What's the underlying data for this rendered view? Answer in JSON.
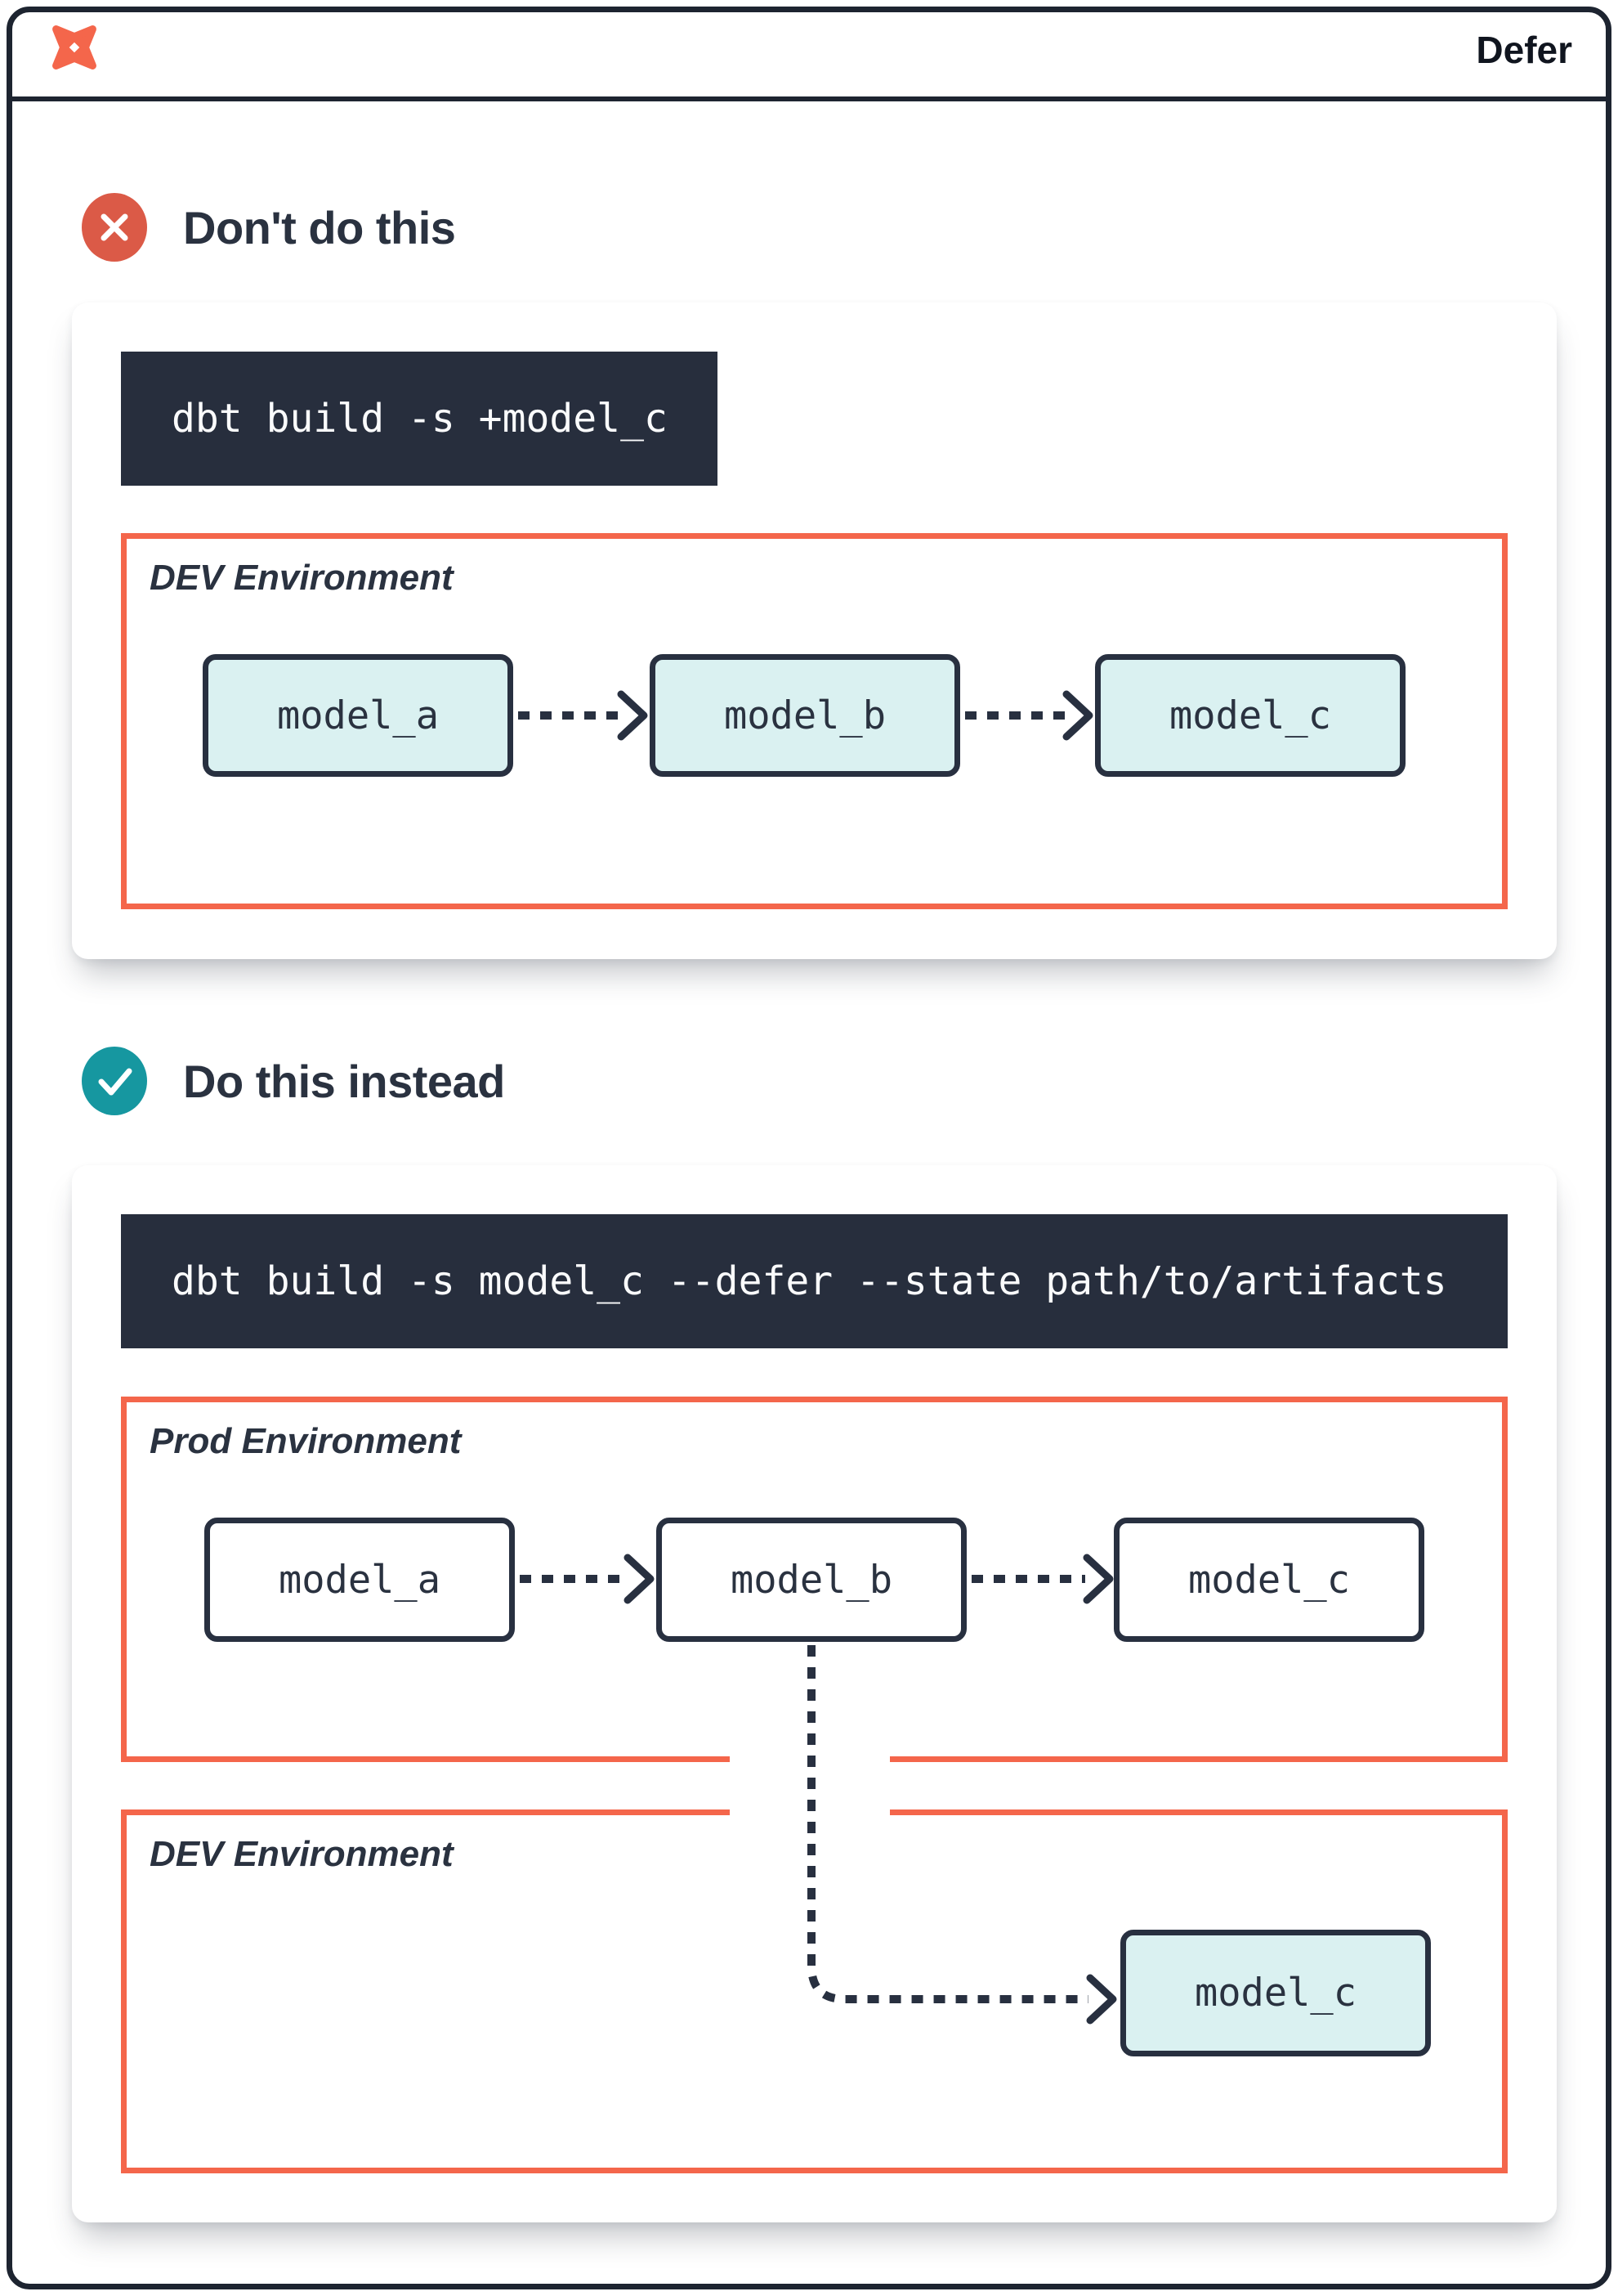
{
  "titlebar": {
    "title": "Defer"
  },
  "sections": [
    {
      "heading": "Don't do this",
      "badge_icon": "x-circle-icon",
      "badge_color": "#DB5A47",
      "command": "dbt build -s +model_c",
      "environments": [
        {
          "label": "DEV Environment",
          "models": [
            "model_a",
            "model_b",
            "model_c"
          ]
        }
      ]
    },
    {
      "heading": "Do this instead",
      "badge_icon": "check-circle-icon",
      "badge_color": "#1697A0",
      "command": "dbt build -s model_c --defer --state path/to/artifacts",
      "environments": [
        {
          "label": "Prod Environment",
          "models": [
            "model_a",
            "model_b",
            "model_c"
          ]
        },
        {
          "label": "DEV Environment",
          "models": [
            "model_c"
          ]
        }
      ]
    }
  ],
  "colors": {
    "accent_orange": "#F4664B",
    "navy": "#2A3240",
    "code_background": "#272E3D",
    "model_teal_fill": "#DAF1F1",
    "badge_red": "#DB5A47",
    "badge_teal": "#1697A0",
    "frame_border": "#1d2430"
  }
}
